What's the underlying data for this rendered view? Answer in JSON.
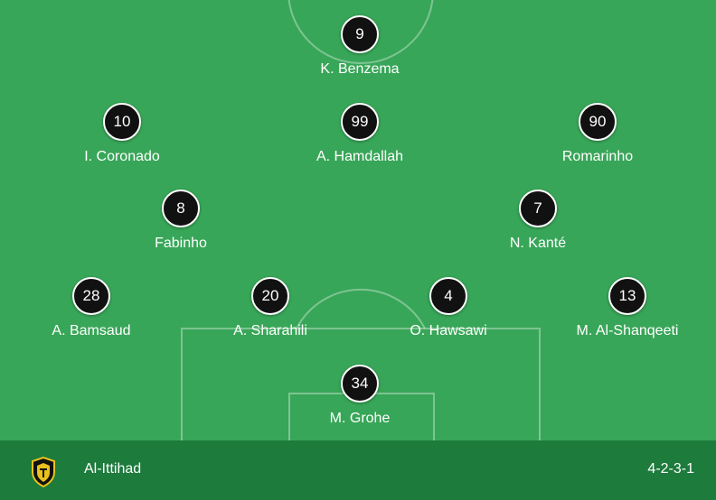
{
  "team": {
    "name": "Al-Ittihad",
    "formation": "4-2-3-1",
    "logo_icon": "al-ittihad-crest-icon",
    "colors": {
      "pitch": "#38a658",
      "footer": "#1d7b3c",
      "marker": "#111111",
      "crest_gold": "#e8c21a"
    }
  },
  "players": [
    {
      "id": "benzema",
      "number": "9",
      "name": "K. Benzema"
    },
    {
      "id": "coronado",
      "number": "10",
      "name": "I. Coronado"
    },
    {
      "id": "hamdallah",
      "number": "99",
      "name": "A. Hamdallah"
    },
    {
      "id": "romarinho",
      "number": "90",
      "name": "Romarinho"
    },
    {
      "id": "fabinho",
      "number": "8",
      "name": "Fabinho"
    },
    {
      "id": "kante",
      "number": "7",
      "name": "N. Kanté"
    },
    {
      "id": "bamsaud",
      "number": "28",
      "name": "A. Bamsaud"
    },
    {
      "id": "sharahili",
      "number": "20",
      "name": "A. Sharahili"
    },
    {
      "id": "hawsawi",
      "number": "4",
      "name": "O. Hawsawi"
    },
    {
      "id": "alshanqeeti",
      "number": "13",
      "name": "M. Al-Shanqeeti"
    },
    {
      "id": "grohe",
      "number": "34",
      "name": "M. Grohe"
    }
  ]
}
